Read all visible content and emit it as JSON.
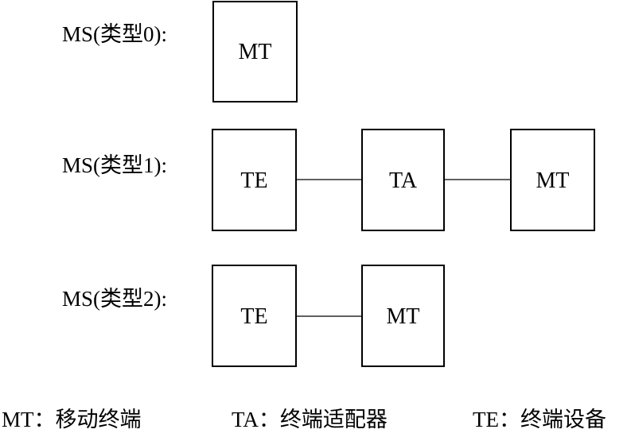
{
  "rows": [
    {
      "label": "MS(类型0):",
      "boxes": [
        "MT"
      ]
    },
    {
      "label": "MS(类型1):",
      "boxes": [
        "TE",
        "TA",
        "MT"
      ]
    },
    {
      "label": "MS(类型2):",
      "boxes": [
        "TE",
        "MT"
      ]
    }
  ],
  "legend": [
    {
      "text": "MT：移动终端"
    },
    {
      "text": "TA：终端适配器"
    },
    {
      "text": "TE：终端设备"
    }
  ],
  "colors": {
    "stroke": "#000000",
    "background": "#ffffff",
    "text": "#000000"
  }
}
